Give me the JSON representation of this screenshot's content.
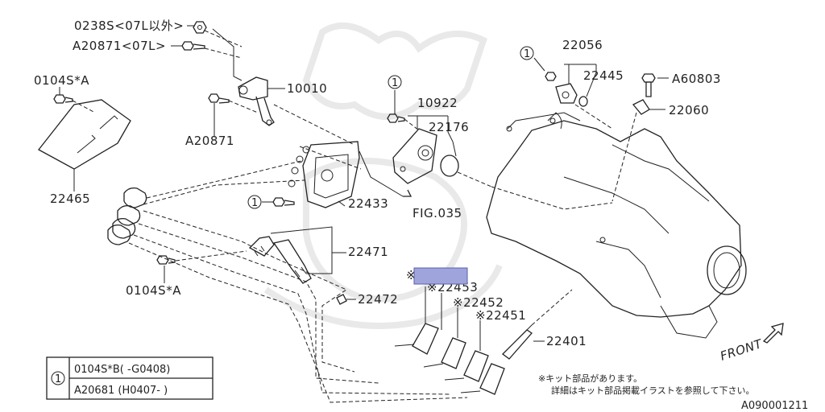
{
  "labels": {
    "p0238s": "0238S<07L以外>",
    "a20871_07l": "A20871<07L>",
    "p0104s_a_top": "0104S*A",
    "p10010": "10010",
    "a20871": "A20871",
    "p22465": "22465",
    "p10922": "10922",
    "p22176": "22176",
    "p22056": "22056",
    "p22445": "22445",
    "a60803": "A60803",
    "p22060": "22060",
    "p22433": "22433",
    "fig035": "FIG.035",
    "p22471": "22471",
    "p0104s_a_bottom": "0104S*A",
    "p22472": "22472",
    "p22453": "※22453",
    "p22452": "※22452",
    "p22451": "※22451",
    "p22401": "22401",
    "front": "FRONT",
    "kit_marker": "※"
  },
  "callout_mark": "1",
  "legend": {
    "mark": "1",
    "row1": "0104S*B( -G0408)",
    "row2": "A20681 (H0407- )"
  },
  "note": {
    "line1": "※キット部品があります。",
    "line2": "詳細はキット部品掲載イラストを参照して下さい。"
  },
  "drawing_id": "A090001211",
  "highlight_color": "#9fa5dc",
  "icons": [
    "front-arrow-icon",
    "callout-circle-icon"
  ]
}
